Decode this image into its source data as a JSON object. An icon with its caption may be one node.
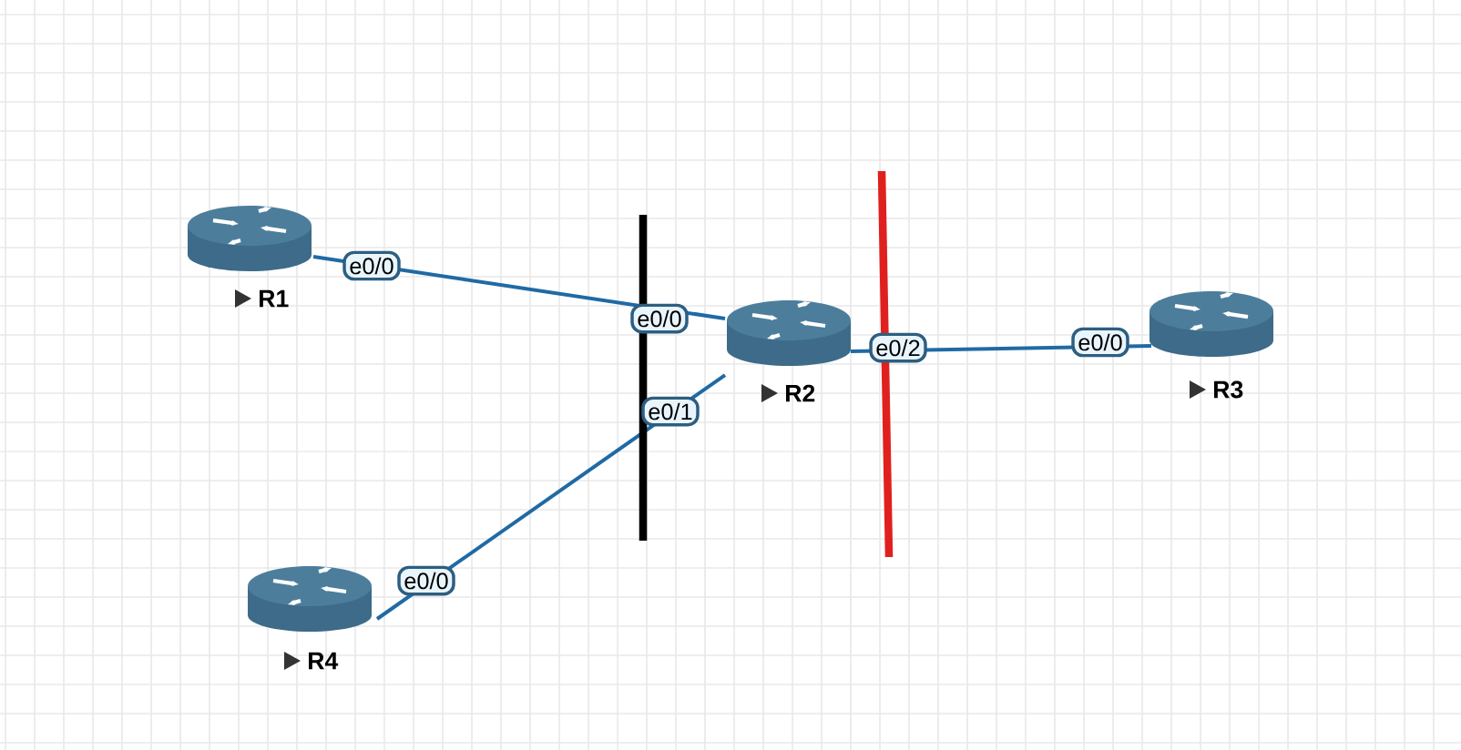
{
  "diagram": {
    "nodes": [
      {
        "text": [
          "R1"
        ]
      },
      {
        "text": [
          "R2"
        ]
      },
      {
        "text": [
          "R3"
        ]
      },
      {
        "text": [
          "R4"
        ]
      }
    ],
    "edges": [
      {
        "from": 0,
        "to": 1,
        "arrow": "none"
      },
      {
        "from": 3,
        "to": 1,
        "arrow": "none"
      },
      {
        "from": 1,
        "to": 2,
        "arrow": "none"
      }
    ],
    "labels": [
      "e0/0",
      "e0/0",
      "e0/2",
      "e0/0",
      "e0/1",
      "e0/0"
    ]
  }
}
